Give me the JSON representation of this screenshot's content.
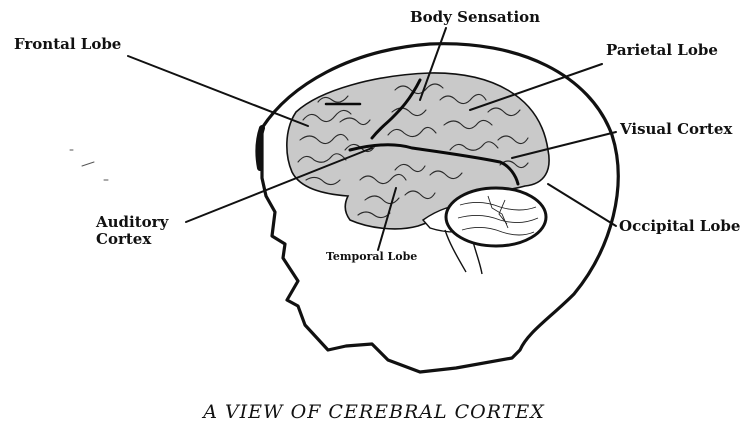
{
  "labels": {
    "frontal_lobe": "Frontal Lobe",
    "body_sensation": "Body Sensation",
    "parietal_lobe": "Parietal Lobe",
    "visual_cortex": "Visual Cortex",
    "auditory_cortex_line1": "Auditory",
    "auditory_cortex_line2": "Cortex",
    "occipital_lobe": "Occipital Lobe",
    "temporal_lobe": "Temporal Lobe"
  },
  "caption": "A VIEW OF CEREBRAL CORTEX",
  "colors": {
    "brain_fill": "#c9c9c9",
    "outline": "#111111",
    "background": "#ffffff"
  }
}
